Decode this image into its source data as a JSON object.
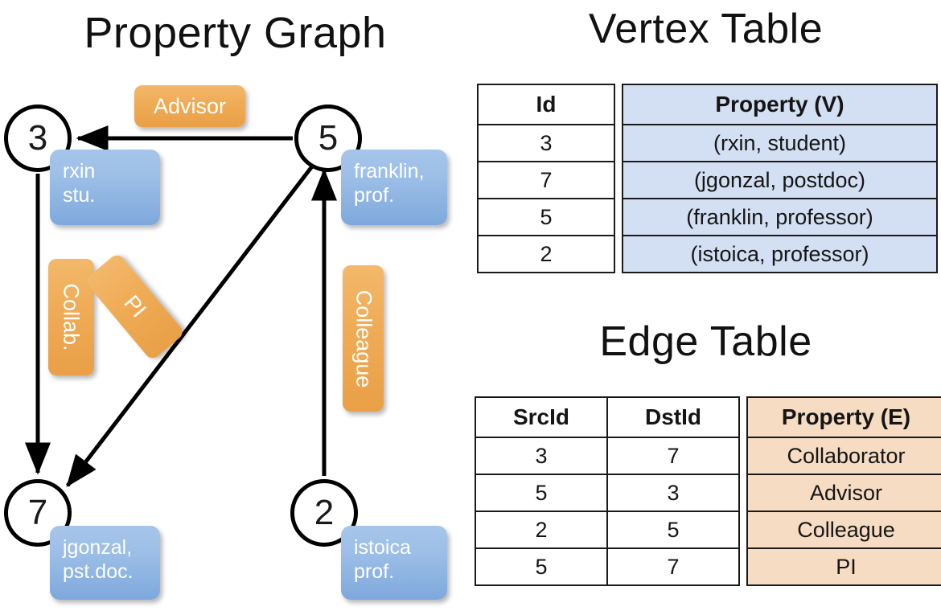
{
  "titles": {
    "property_graph": "Property Graph",
    "vertex_table": "Vertex Table",
    "edge_table": "Edge Table"
  },
  "graph": {
    "vertices": [
      {
        "id": "3",
        "property_label": "rxin\nstu."
      },
      {
        "id": "5",
        "property_label": "franklin,\nprof."
      },
      {
        "id": "7",
        "property_label": "jgonzal,\npst.doc."
      },
      {
        "id": "2",
        "property_label": "istoica\nprof."
      }
    ],
    "edge_labels": [
      {
        "name": "advisor",
        "text": "Advisor"
      },
      {
        "name": "collab",
        "text": "Collab."
      },
      {
        "name": "pi",
        "text": "PI"
      },
      {
        "name": "colleague",
        "text": "Colleague"
      }
    ]
  },
  "vertex_table": {
    "headers": [
      "Id",
      "Property (V)"
    ],
    "rows": [
      {
        "id": "3",
        "property": "(rxin, student)"
      },
      {
        "id": "7",
        "property": "(jgonzal, postdoc)"
      },
      {
        "id": "5",
        "property": "(franklin, professor)"
      },
      {
        "id": "2",
        "property": "(istoica, professor)"
      }
    ]
  },
  "edge_table": {
    "headers": [
      "SrcId",
      "DstId",
      "Property (E)"
    ],
    "rows": [
      {
        "src": "3",
        "dst": "7",
        "property": "Collaborator"
      },
      {
        "src": "5",
        "dst": "3",
        "property": "Advisor"
      },
      {
        "src": "2",
        "dst": "5",
        "property": "Colleague"
      },
      {
        "src": "5",
        "dst": "7",
        "property": "PI"
      }
    ]
  },
  "colors": {
    "vertex_property_fill": "#9dbfe7",
    "edge_label_fill": "#efab55",
    "vertex_table_cell": "#d3dff2",
    "edge_table_cell": "#f5dcc3",
    "stroke": "#000000",
    "background": "#ffffff"
  }
}
